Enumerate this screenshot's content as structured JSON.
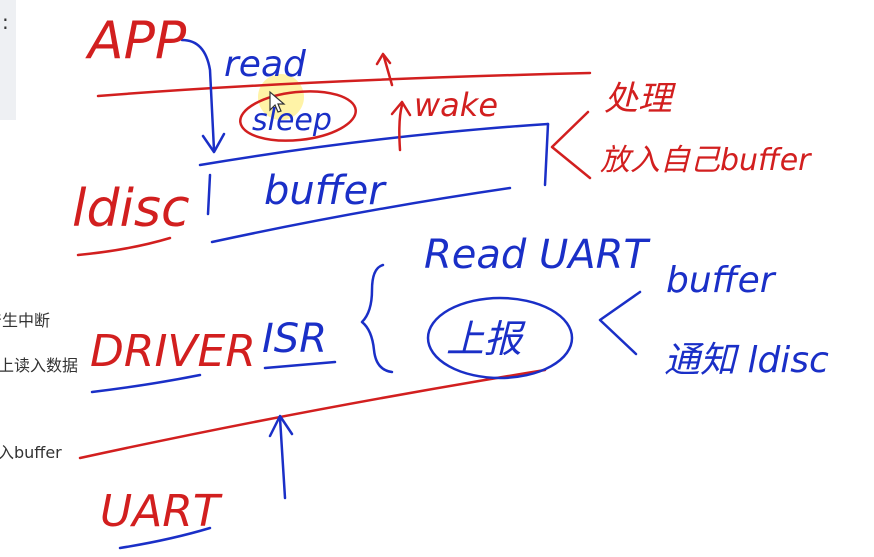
{
  "sidebar": {
    "top_char": ":",
    "notes": [
      "产生中断",
      "上读入数据",
      "入buffer"
    ]
  },
  "layers": {
    "app": "APP",
    "ldisc": "ldisc",
    "driver": "DRIVER",
    "uart": "UART"
  },
  "annotations": {
    "read": "read",
    "sleep": "sleep",
    "wake": "wake",
    "buffer": "buffer",
    "chuli": "处理",
    "fang_ru": "放入自己buffer",
    "isr": "ISR",
    "read_uart": "Read UART",
    "shangbao": "上报",
    "buffer_right": "buffer",
    "tongzhi": "通知 ldisc"
  },
  "colors": {
    "red": "#d21f1f",
    "blue": "#1a2fc7"
  }
}
